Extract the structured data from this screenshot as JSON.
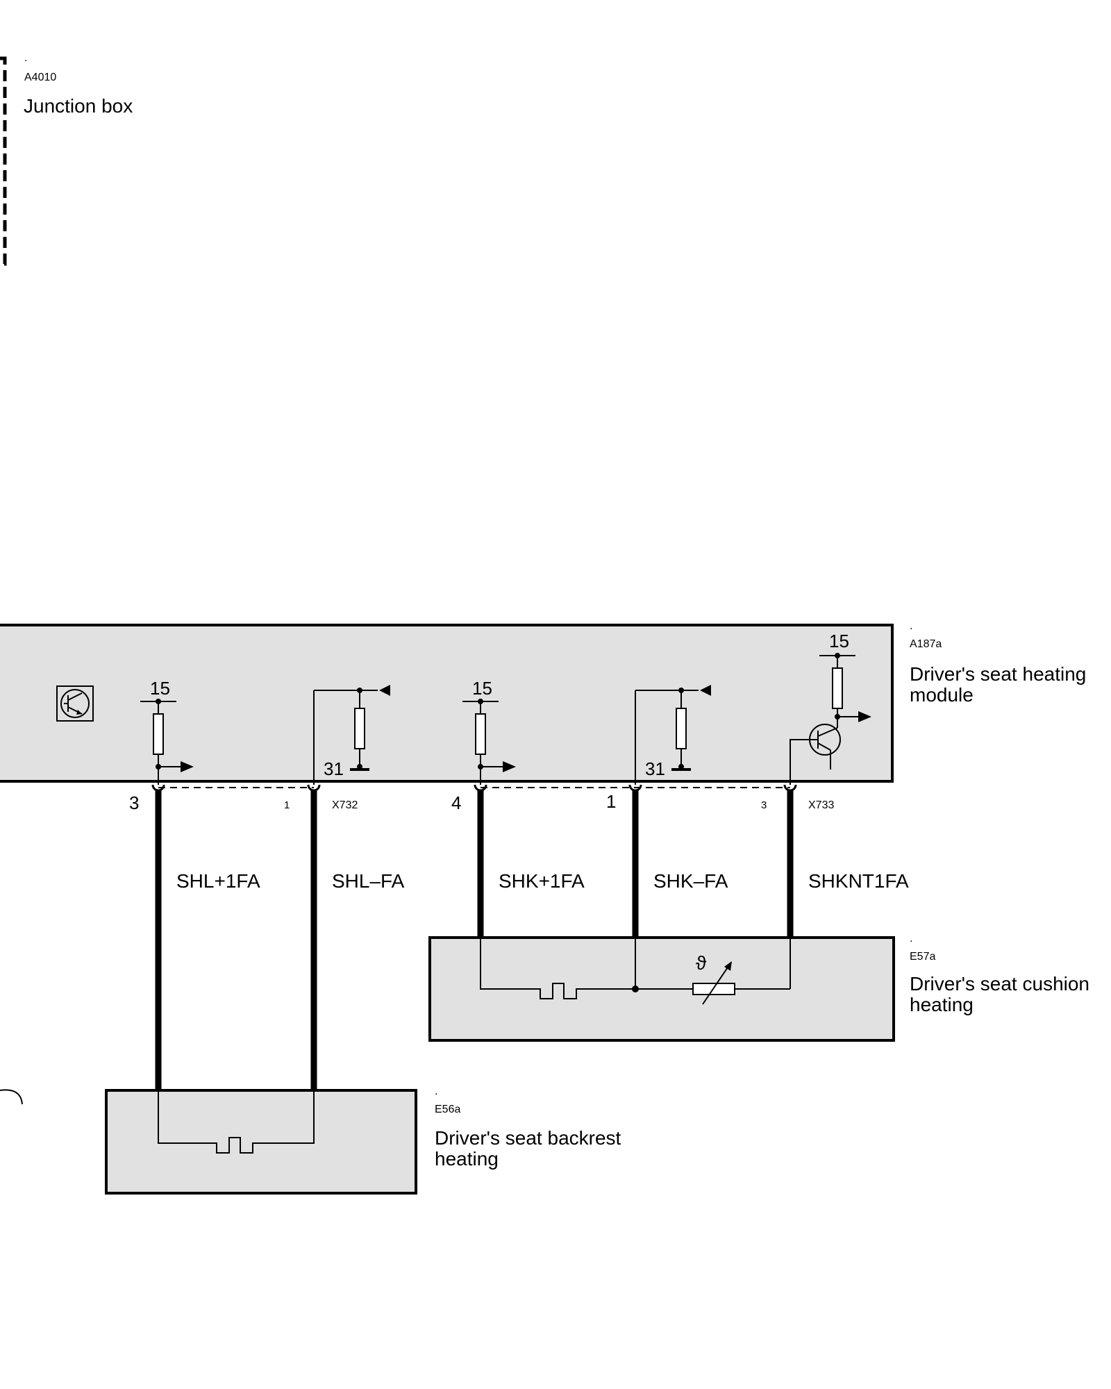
{
  "components": {
    "junction_box": {
      "dot": ".",
      "code": "A4010",
      "name": "Junction box"
    },
    "module": {
      "dot": ".",
      "code": "A187a",
      "name_line1": "Driver's seat heating",
      "name_line2": "module"
    },
    "cushion": {
      "dot": ".",
      "code": "E57a",
      "name_line1": "Driver's seat cushion",
      "name_line2": "heating"
    },
    "backrest": {
      "dot": ".",
      "code": "E56a",
      "name_line1": "Driver's seat backrest",
      "name_line2": "heating"
    }
  },
  "terminals": {
    "t15_a": "15",
    "t15_b": "15",
    "t15_c": "15",
    "t31_a": "31",
    "t31_b": "31"
  },
  "connectors": {
    "x732": {
      "name": "X732",
      "pin_a": "3",
      "pin_b": "1"
    },
    "x733": {
      "name": "X733",
      "pin_a": "4",
      "pin_b": "1",
      "pin_c": "3"
    }
  },
  "wires": {
    "shl_plus": "SHL+1FA",
    "shl_minus": "SHL–FA",
    "shk_plus": "SHK+1FA",
    "shk_minus": "SHK–FA",
    "shknt": "SHKNT1FA"
  },
  "symbols": {
    "temperature": "ϑ"
  },
  "colors": {
    "component_fill": "#e1e1e1",
    "line": "#000000"
  }
}
